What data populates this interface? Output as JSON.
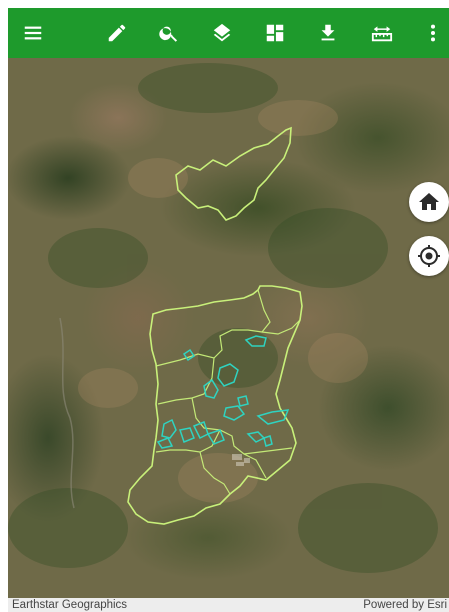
{
  "toolbar": {
    "background": "#1e9a2c",
    "buttons": [
      {
        "name": "menu",
        "icon": "menu-icon"
      },
      {
        "name": "edit",
        "icon": "pencil-icon"
      },
      {
        "name": "search",
        "icon": "search-icon"
      },
      {
        "name": "layers",
        "icon": "layers-icon"
      },
      {
        "name": "dashboard",
        "icon": "dashboard-icon"
      },
      {
        "name": "download",
        "icon": "download-icon"
      },
      {
        "name": "measure",
        "icon": "ruler-icon"
      },
      {
        "name": "more",
        "icon": "more-vertical-icon"
      }
    ]
  },
  "map": {
    "basemap": "satellite imagery",
    "boundary_color": "#c8f07a",
    "patch_color": "#2fd3c0"
  },
  "controls": {
    "home": {
      "icon": "home-icon"
    },
    "locate": {
      "icon": "locate-icon"
    }
  },
  "attribution": {
    "left": "Earthstar Geographics",
    "right": "Powered by Esri"
  }
}
